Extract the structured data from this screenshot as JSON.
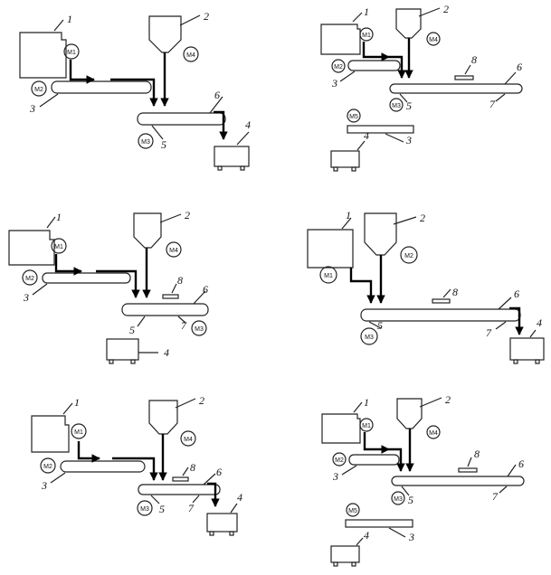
{
  "labels": {
    "bin_1": "1",
    "hopper_2": "2",
    "feeder_3": "3",
    "cart_4": "4",
    "pulley_5": "5",
    "conveyor_6": "6",
    "belt_7": "7",
    "scale_8": "8"
  },
  "motors": {
    "m1": "M1",
    "m2": "M2",
    "m3": "M3",
    "m4": "M4",
    "m5": "M5"
  }
}
